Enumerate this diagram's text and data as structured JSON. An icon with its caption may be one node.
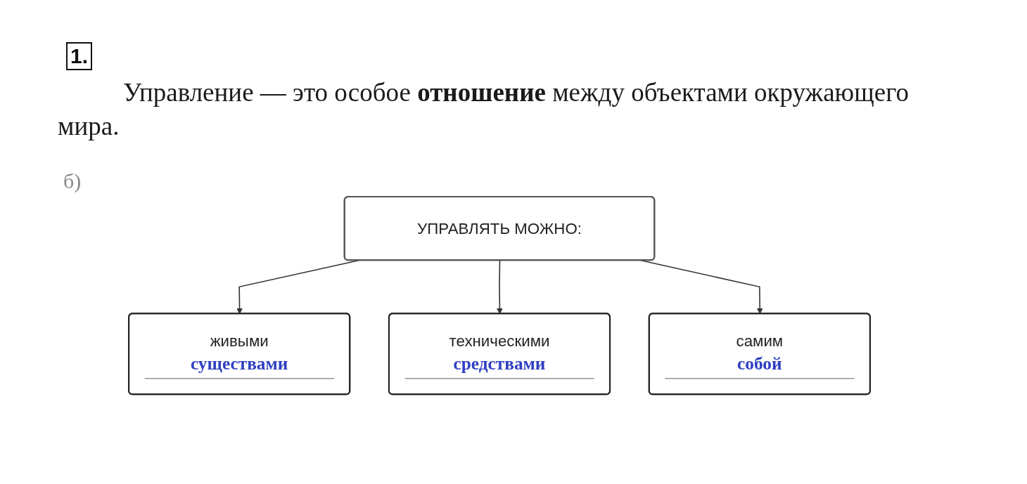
{
  "diagram": {
    "nodes": [
      {
        "text": [
          "УПРАВЛЯТЬ МОЖНО:"
        ]
      },
      {
        "text": [
          "живыми",
          "существами"
        ]
      },
      {
        "text": [
          "техническими",
          "средствами"
        ]
      },
      {
        "text": [
          "самим",
          "собой"
        ]
      }
    ],
    "edges": [
      {
        "from": 0,
        "to": 1,
        "arrow": "to"
      },
      {
        "from": 0,
        "to": 2,
        "arrow": "to"
      },
      {
        "from": 0,
        "to": 3,
        "arrow": "to"
      }
    ],
    "labels": [
      "1.",
      "Управление — это особое **отношение** между объектами окружающего мира.",
      "б)"
    ]
  }
}
